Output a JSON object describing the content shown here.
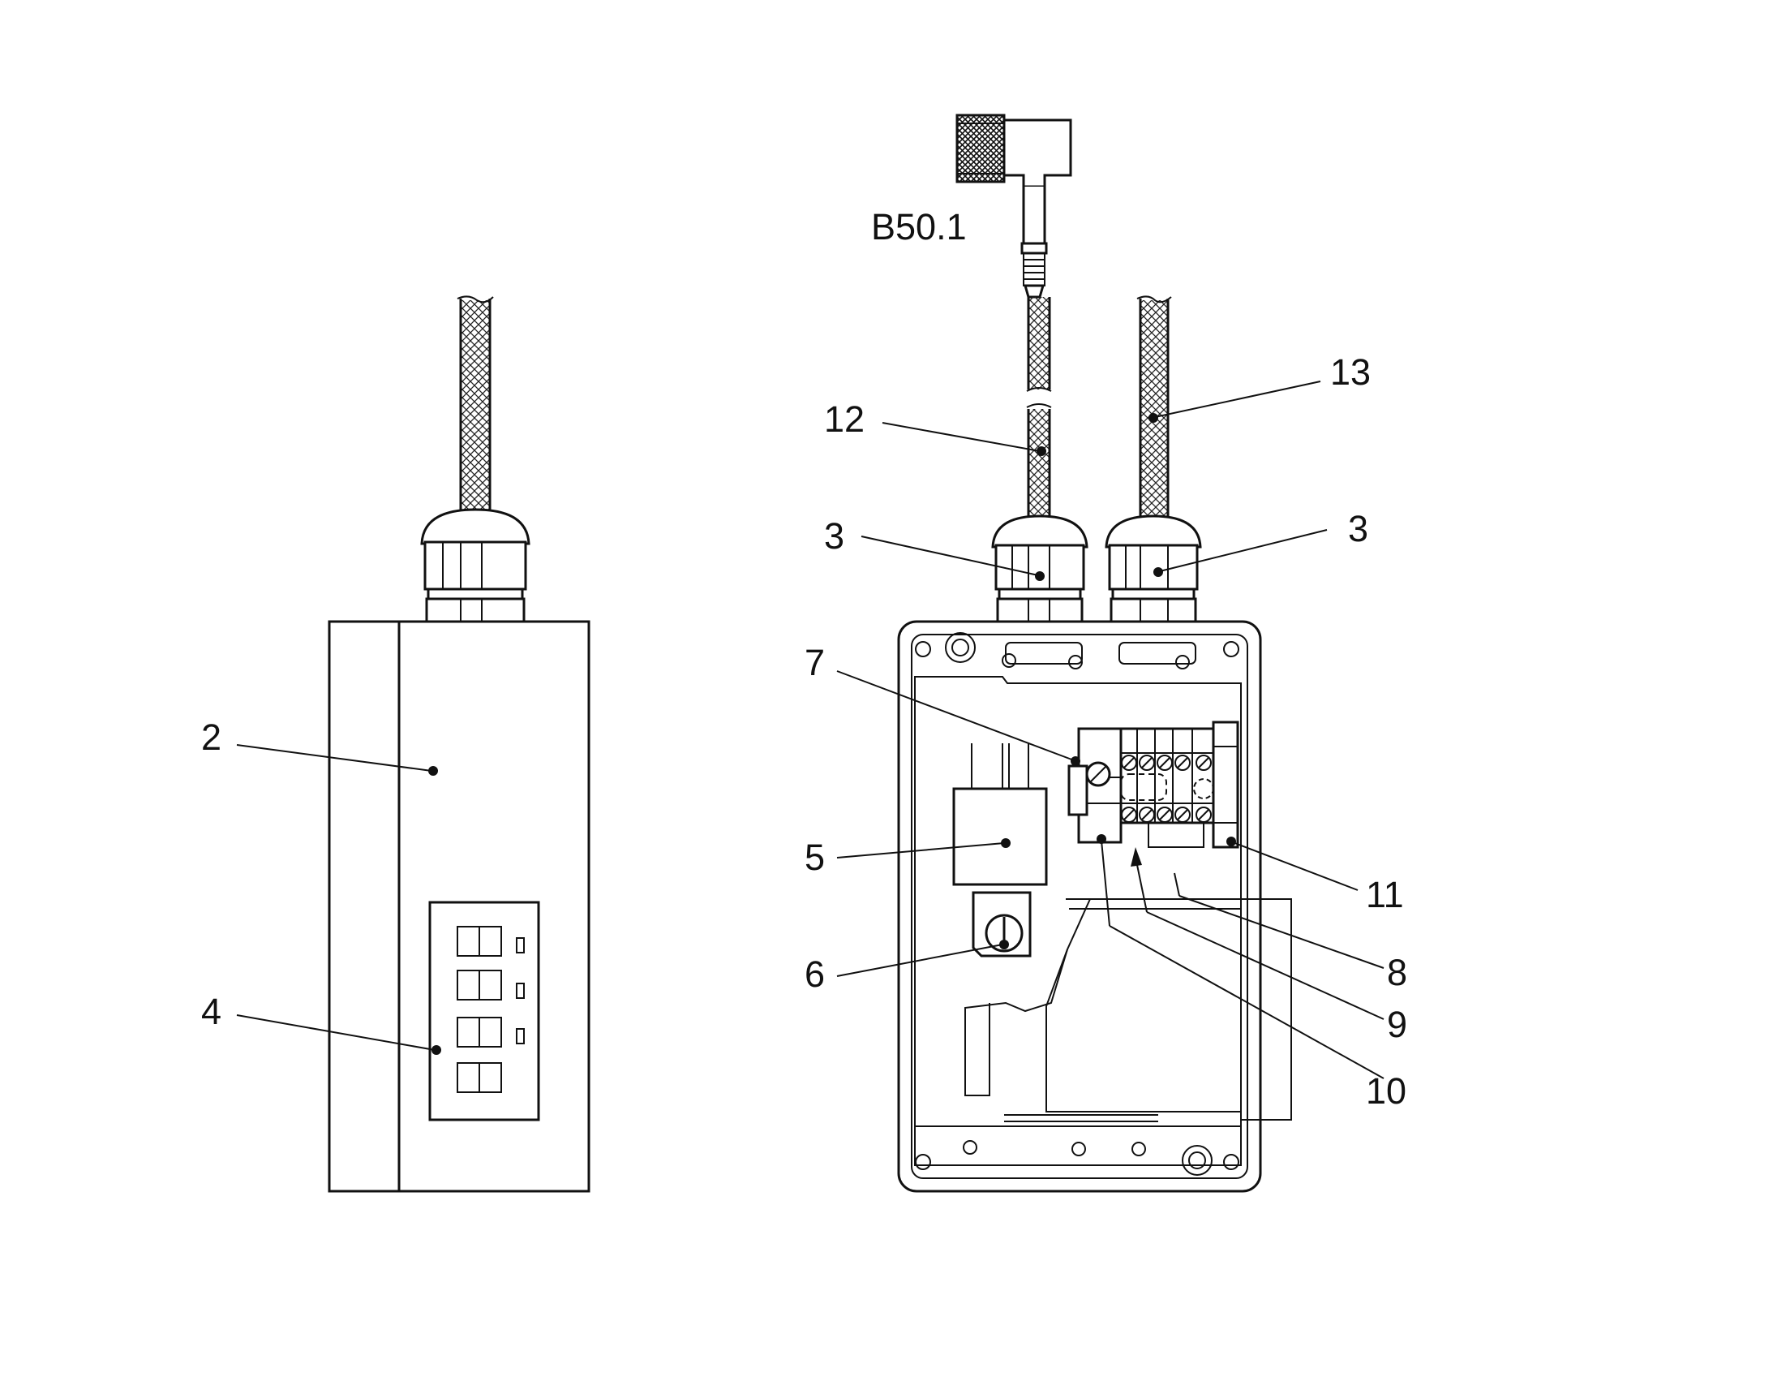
{
  "figure": {
    "connector_label": "B50.1",
    "callouts": {
      "c2": "2",
      "c4": "4",
      "c12": "12",
      "c13": "13",
      "c3_left": "3",
      "c3_right": "3",
      "c7": "7",
      "c5": "5",
      "c6": "6",
      "c11": "11",
      "c8": "8",
      "c9": "9",
      "c10": "10"
    }
  },
  "colors": {
    "line": "#111111",
    "background": "#ffffff"
  }
}
